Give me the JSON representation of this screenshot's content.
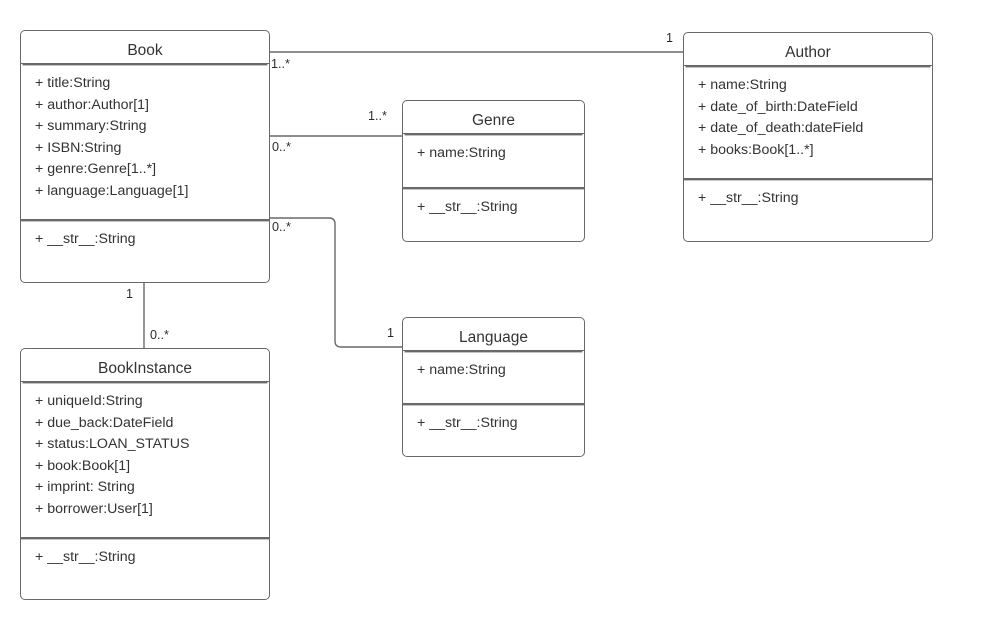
{
  "diagram": {
    "kind": "uml-class-diagram",
    "background": "#ffffff",
    "line_color": "#696969",
    "text_color": "#333333"
  },
  "classes": {
    "book": {
      "name": "Book",
      "attributes": [
        "+ title:String",
        "+ author:Author[1]",
        "+ summary:String",
        "+ ISBN:String",
        "+ genre:Genre[1..*]",
        "+ language:Language[1]"
      ],
      "methods": [
        "+ __str__:String"
      ]
    },
    "author": {
      "name": "Author",
      "attributes": [
        "+ name:String",
        "+ date_of_birth:DateField",
        "+ date_of_death:dateField",
        "+ books:Book[1..*]"
      ],
      "methods": [
        "+ __str__:String"
      ]
    },
    "genre": {
      "name": "Genre",
      "attributes": [
        "+ name:String"
      ],
      "methods": [
        "+ __str__:String"
      ]
    },
    "language": {
      "name": "Language",
      "attributes": [
        "+ name:String"
      ],
      "methods": [
        "+ __str__:String"
      ]
    },
    "bookinstance": {
      "name": "BookInstance",
      "attributes": [
        "+ uniqueId:String",
        "+ due_back:DateField",
        "+ status:LOAN_STATUS",
        "+ book:Book[1]",
        "+ imprint: String",
        "+ borrower:User[1]"
      ],
      "methods": [
        "+ __str__:String"
      ]
    }
  },
  "associations": {
    "book_author": {
      "source_multiplicity": "1..*",
      "target_multiplicity": "1"
    },
    "book_genre": {
      "source_multiplicity": "0..*",
      "target_multiplicity": "1..*"
    },
    "book_language": {
      "source_multiplicity": "0..*",
      "target_multiplicity": "1"
    },
    "book_bookinstance": {
      "source_multiplicity": "1",
      "target_multiplicity": "0..*"
    }
  }
}
